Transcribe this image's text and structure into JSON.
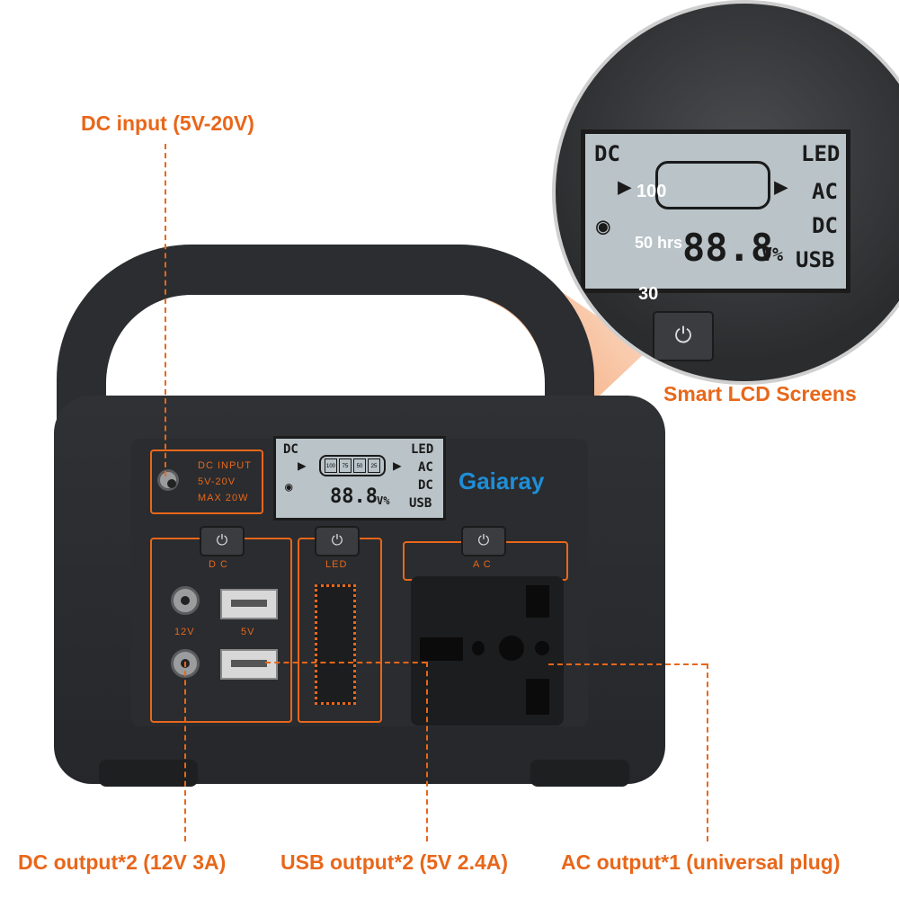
{
  "callouts": {
    "dc_input": "DC input (5V-20V)",
    "smart_lcd": "Smart LCD Screens",
    "dc_output": "DC output*2 (12V 3A)",
    "usb_output": "USB output*2 (5V 2.4A)",
    "ac_output": "AC output*1 (universal plug)"
  },
  "device": {
    "brand": "Gaiaray",
    "dc_input_panel": {
      "line1": "DC INPUT",
      "line2": "5V-20V",
      "line3": "MAX 20W"
    },
    "lcd": {
      "label_dc": "DC",
      "label_led": "LED",
      "label_ac": "AC",
      "label_dc2": "DC",
      "label_usb": "USB",
      "digits": "88.8",
      "unit": "V%",
      "battery_segments": [
        "100",
        "75",
        "50",
        "25"
      ]
    },
    "buttons": {
      "dc": "D C",
      "led": "LED",
      "ac": "A C"
    },
    "port_labels": {
      "v12": "12V",
      "v5": "5V"
    }
  },
  "zoom": {
    "label_dc": "DC",
    "label_led": "LED",
    "label_ac": "AC",
    "label_dc2": "DC",
    "label_usb": "USB",
    "digits": "88.8",
    "unit": "V%",
    "overlay_100": "100",
    "overlay_50hrs": "50 hrs",
    "overlay_30": "30"
  },
  "colors": {
    "accent": "#e8671a",
    "body": "#2b2d30",
    "lcd": "#b9c3c8"
  },
  "icons": [
    "power-icon",
    "arrow-right-icon",
    "battery-icon",
    "dc-jack-icon"
  ]
}
